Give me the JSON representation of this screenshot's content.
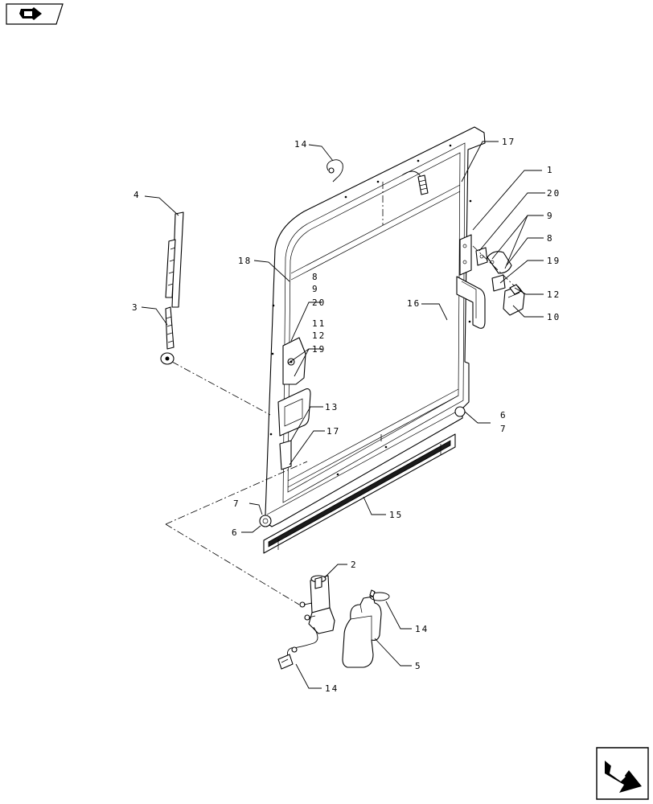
{
  "callouts": {
    "c14a": "14",
    "c17a": "17",
    "c1": "1",
    "c20a": "20",
    "c9a": "9",
    "c8a": "8",
    "c19a": "19",
    "c12a": "12",
    "c10": "10",
    "c4": "4",
    "c18": "18",
    "c16": "16",
    "c3": "3",
    "c8b": "8",
    "c9b": "9",
    "c20b": "20",
    "c11": "11",
    "c12b": "12",
    "c19b": "19",
    "c13": "13",
    "c17b": "17",
    "c6a": "6",
    "c7a": "7",
    "c7b": "7",
    "c6b": "6",
    "c15": "15",
    "c2": "2",
    "c14b": "14",
    "c5": "5",
    "c14c": "14"
  },
  "icons": {
    "top_nav": "previous-page-arrow-icon",
    "bottom_nav": "next-page-arrow-icon"
  },
  "colors": {
    "ink": "#000000",
    "paper": "#ffffff"
  }
}
